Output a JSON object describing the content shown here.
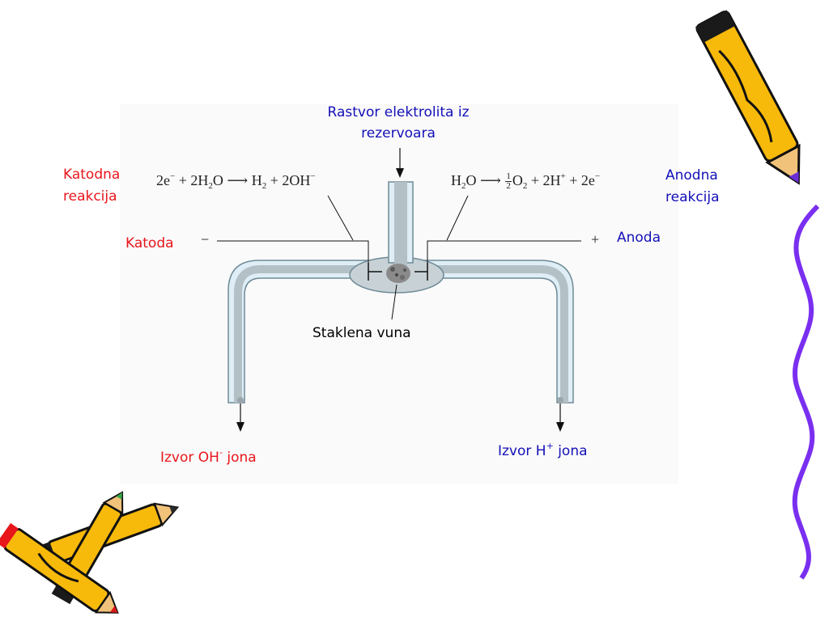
{
  "labels": {
    "reservoir_line1": "Rastvor elektrolita iz",
    "reservoir_line2": "rezervoara",
    "cathode_reaction_line1": "Katodna",
    "cathode_reaction_line2": "reakcija",
    "anode_reaction_line1": "Anodna",
    "anode_reaction_line2": "reakcija",
    "cathode": "Katoda",
    "anode": "Anoda",
    "glass_wool": "Staklena vuna",
    "oh_source_prefix": "Izvor OH",
    "oh_source_sup": "-",
    "oh_source_suffix": "jona",
    "h_source_prefix": "Izvor H",
    "h_source_sup": "+",
    "h_source_suffix": "jona"
  },
  "equations": {
    "cathode": {
      "t1": "2e",
      "t1_sup": "−",
      "t2": " + 2H",
      "t2_sub": "2",
      "t3": "O ",
      "arrow": "⟶",
      "t4": " H",
      "t4_sub": "2",
      "t5": " + 2OH",
      "t5_sup": "−"
    },
    "anode": {
      "t1": "H",
      "t1_sub": "2",
      "t2": "O ",
      "arrow": "⟶",
      "frac_num": "1",
      "frac_den": "2",
      "t3": "O",
      "t3_sub": "2",
      "t4": " + 2H",
      "t4_sup": "+",
      "t5": " + 2e",
      "t5_sup": "−"
    }
  },
  "terminals": {
    "cathode_sign": "−",
    "anode_sign": "+"
  },
  "colors": {
    "label_red": "#e8161b",
    "label_blue": "#1410b8",
    "tube_fill": "#dfeef6",
    "tube_inner": "#b9c6cc",
    "wavy_line": "#7a2ff0",
    "pencil_body": "#f7b90a"
  },
  "decorations": [
    "pencil-icon-top-right",
    "pencils-icon-bottom-left",
    "wavy-border-right"
  ]
}
